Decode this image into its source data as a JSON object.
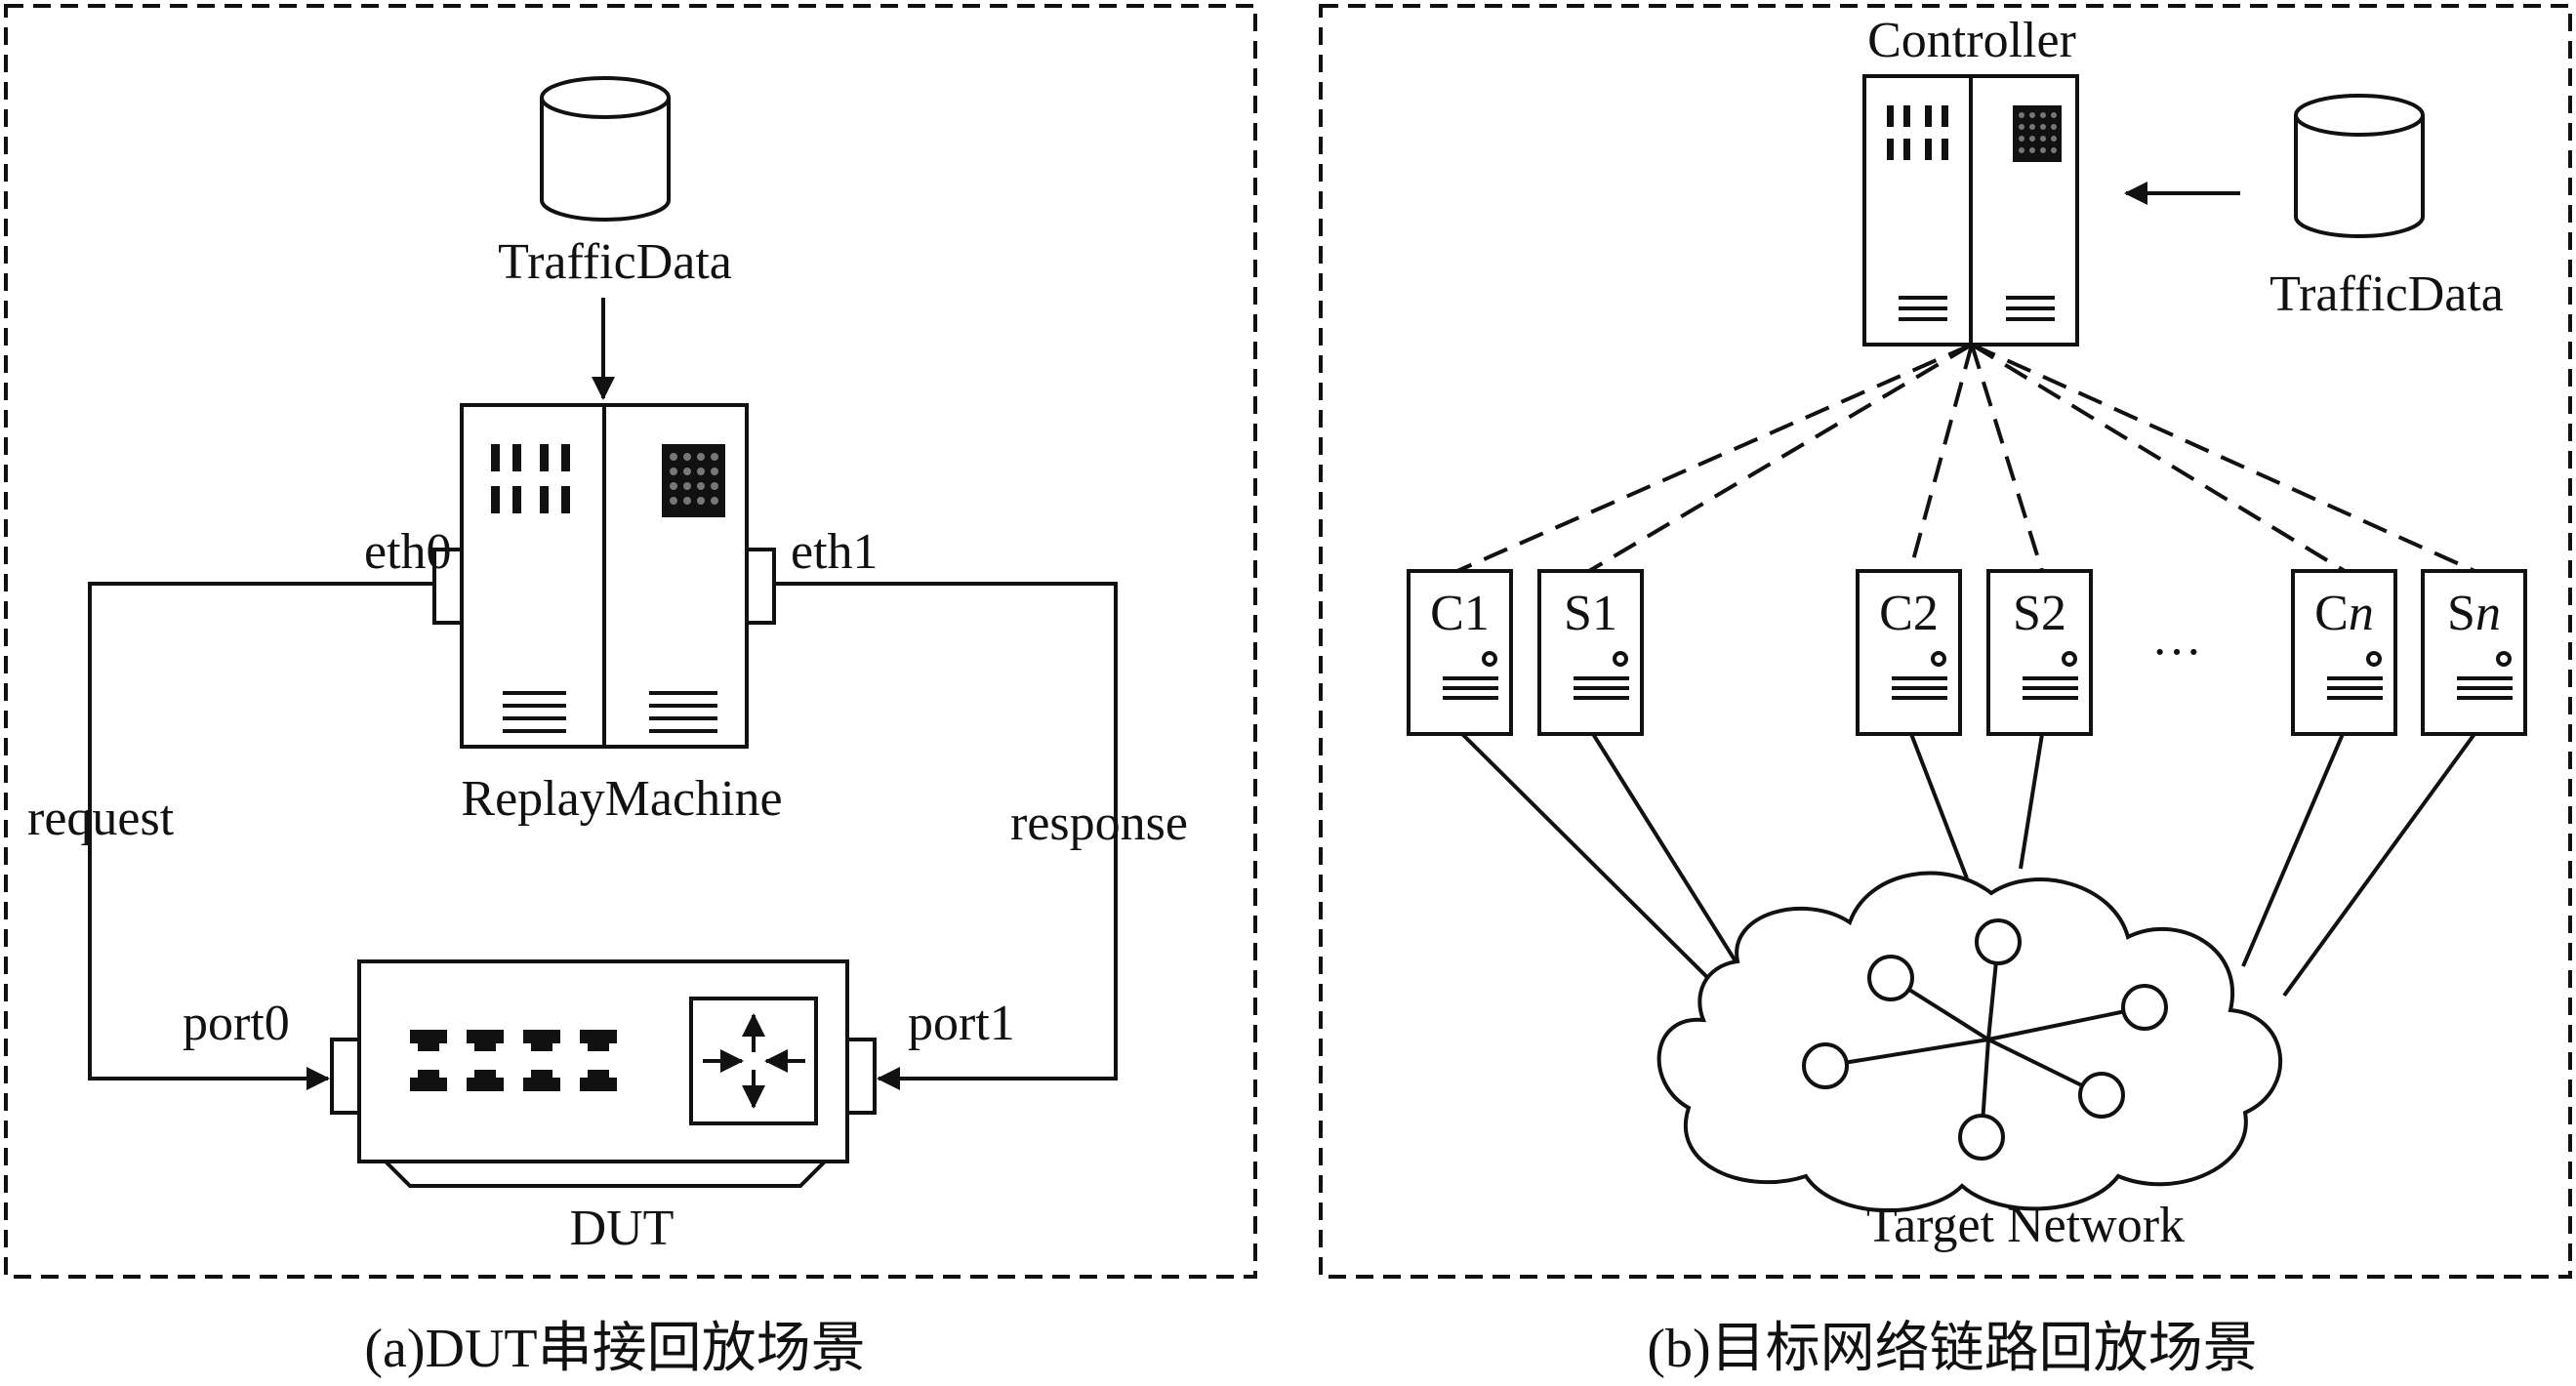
{
  "panel_a": {
    "caption": "(a)DUT串接回放场景",
    "traffic_label": "TrafficData",
    "machine_label": "ReplayMachine",
    "eth0_label": "eth0",
    "eth1_label": "eth1",
    "request_label": "request",
    "response_label": "response",
    "port0_label": "port0",
    "port1_label": "port1",
    "dut_label": "DUT"
  },
  "panel_b": {
    "caption": "(b)目标网络链路回放场景",
    "controller_label": "Controller",
    "traffic_label": "TrafficData",
    "network_label": "Target Network",
    "ellipsis": "···",
    "hosts": [
      {
        "label": "C1",
        "italic_suffix": ""
      },
      {
        "label": "S1",
        "italic_suffix": ""
      },
      {
        "label": "C2",
        "italic_suffix": ""
      },
      {
        "label": "S2",
        "italic_suffix": ""
      },
      {
        "label": "C",
        "italic_suffix": "n"
      },
      {
        "label": "S",
        "italic_suffix": "n"
      }
    ]
  },
  "icons": [
    "database-icon",
    "server-rack-icon",
    "network-switch-icon",
    "router-icon",
    "host-tower-icon",
    "cloud-icon"
  ]
}
